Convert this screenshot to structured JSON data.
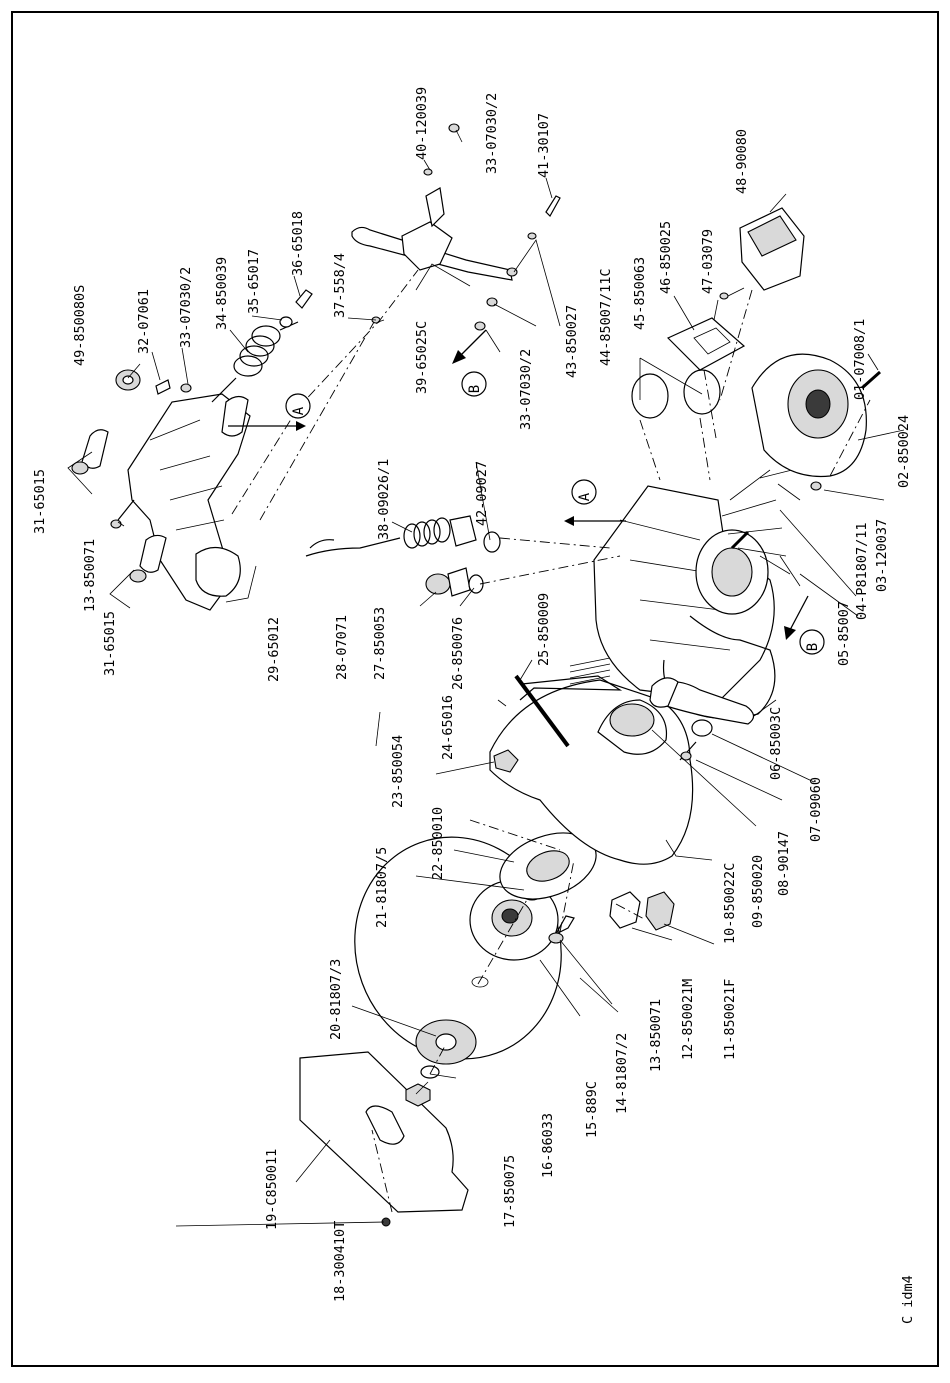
{
  "drawing_code": "C idm4",
  "callout_markers": [
    "A",
    "B"
  ],
  "parts": [
    {
      "id": "p01",
      "label": "01-07008/1"
    },
    {
      "id": "p02",
      "label": "02-850024"
    },
    {
      "id": "p03",
      "label": "03-120037"
    },
    {
      "id": "p04",
      "label": "04-P81807/11"
    },
    {
      "id": "p05",
      "label": "05-85007"
    },
    {
      "id": "p06",
      "label": "06-85003C"
    },
    {
      "id": "p07",
      "label": "07-09060"
    },
    {
      "id": "p08",
      "label": "08-90147"
    },
    {
      "id": "p09",
      "label": "09-850020"
    },
    {
      "id": "p10",
      "label": "10-850022C"
    },
    {
      "id": "p11",
      "label": "11-850021F"
    },
    {
      "id": "p12",
      "label": "12-850021M"
    },
    {
      "id": "p13a",
      "label": "13-850071"
    },
    {
      "id": "p14",
      "label": "14-81807/2"
    },
    {
      "id": "p15",
      "label": "15-889C"
    },
    {
      "id": "p16",
      "label": "16-86033"
    },
    {
      "id": "p17",
      "label": "17-850075"
    },
    {
      "id": "p18",
      "label": "18-300410T"
    },
    {
      "id": "p19",
      "label": "19-C850011"
    },
    {
      "id": "p20",
      "label": "20-81807/3"
    },
    {
      "id": "p21",
      "label": "21-81807/5"
    },
    {
      "id": "p22",
      "label": "22-850010"
    },
    {
      "id": "p23",
      "label": "23-850054"
    },
    {
      "id": "p24",
      "label": "24-65016"
    },
    {
      "id": "p25",
      "label": "25-850009"
    },
    {
      "id": "p26",
      "label": "26-850076"
    },
    {
      "id": "p27",
      "label": "27-850053"
    },
    {
      "id": "p28",
      "label": "28-07071"
    },
    {
      "id": "p29",
      "label": "29-65012"
    },
    {
      "id": "p31a",
      "label": "31-65015"
    },
    {
      "id": "p13b",
      "label": "13-850071"
    },
    {
      "id": "p31b",
      "label": "31-65015"
    },
    {
      "id": "p49",
      "label": "49-850080S"
    },
    {
      "id": "p32",
      "label": "32-07061"
    },
    {
      "id": "p33a",
      "label": "33-07030/2"
    },
    {
      "id": "p34",
      "label": "34-850039"
    },
    {
      "id": "p35",
      "label": "35-65017"
    },
    {
      "id": "p36",
      "label": "36-65018"
    },
    {
      "id": "p37",
      "label": "37-558/4"
    },
    {
      "id": "p38",
      "label": "38-09026/1"
    },
    {
      "id": "p39",
      "label": "39-65025C"
    },
    {
      "id": "p40",
      "label": "40-120039"
    },
    {
      "id": "p33b",
      "label": "33-07030/2"
    },
    {
      "id": "p41",
      "label": "41-30107"
    },
    {
      "id": "p33c",
      "label": "33-07030/2"
    },
    {
      "id": "p42",
      "label": "42-09027"
    },
    {
      "id": "p43",
      "label": "43-850027"
    },
    {
      "id": "p44",
      "label": "44-85007/11C"
    },
    {
      "id": "p45",
      "label": "45-850063"
    },
    {
      "id": "p46",
      "label": "46-850025"
    },
    {
      "id": "p47",
      "label": "47-03079"
    },
    {
      "id": "p48",
      "label": "48-90080"
    }
  ]
}
